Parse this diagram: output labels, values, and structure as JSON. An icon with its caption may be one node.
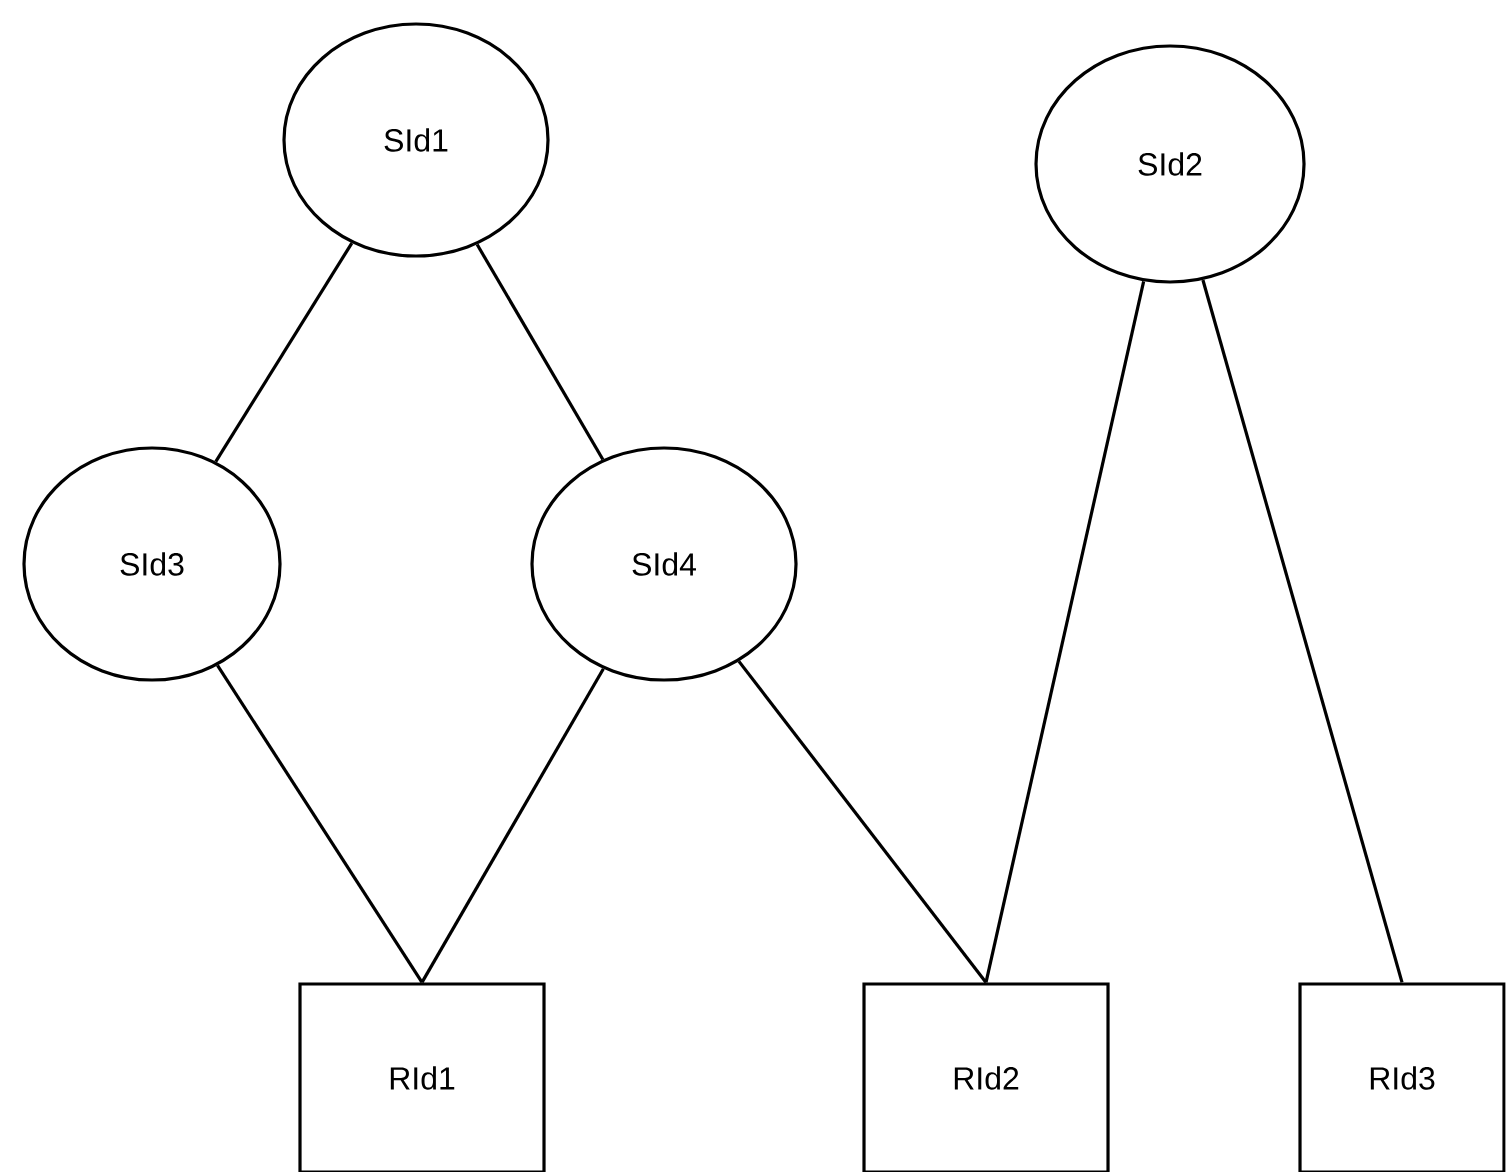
{
  "diagram": {
    "nodes": [
      {
        "text": [
          "SId1"
        ]
      },
      {
        "text": [
          "SId2"
        ]
      },
      {
        "text": [
          "SId3"
        ]
      },
      {
        "text": [
          "SId4"
        ]
      },
      {
        "text": [
          "RId1"
        ]
      },
      {
        "text": [
          "RId2"
        ]
      },
      {
        "text": [
          "RId3"
        ]
      }
    ],
    "edges": [
      {
        "from": 0,
        "to": 2,
        "arrow": "none"
      },
      {
        "from": 0,
        "to": 3,
        "arrow": "none"
      },
      {
        "from": 2,
        "to": 4,
        "arrow": "none"
      },
      {
        "from": 3,
        "to": 4,
        "arrow": "none"
      },
      {
        "from": 3,
        "to": 5,
        "arrow": "none"
      },
      {
        "from": 1,
        "to": 5,
        "arrow": "none"
      },
      {
        "from": 1,
        "to": 6,
        "arrow": "none"
      }
    ]
  }
}
